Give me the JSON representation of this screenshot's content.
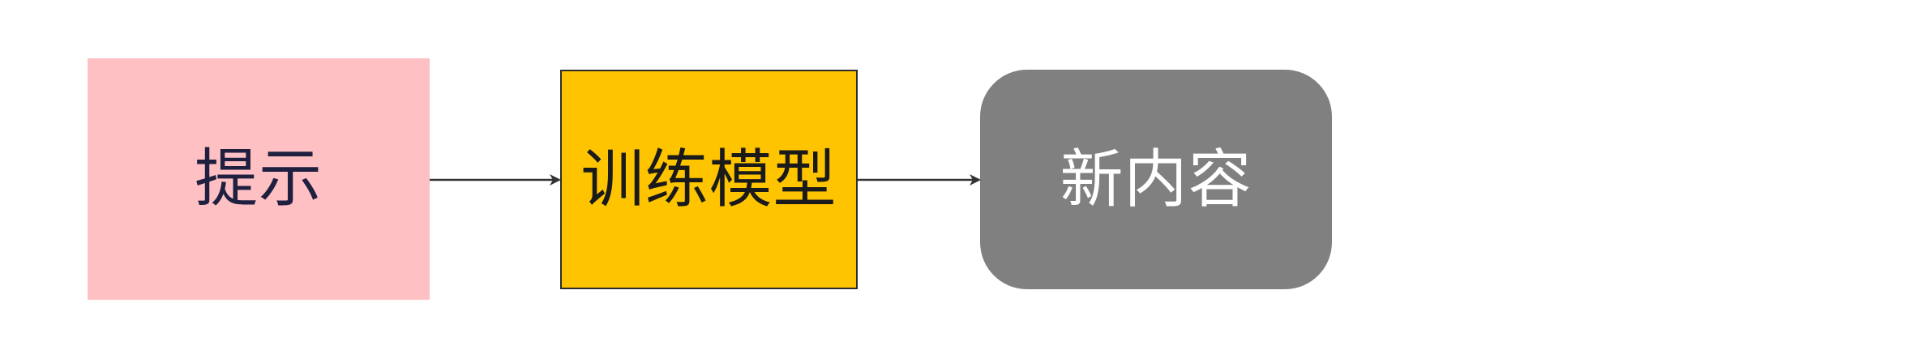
{
  "nodes": {
    "prompt": {
      "label": "提示",
      "color": "#ffc0c3"
    },
    "model": {
      "label": "训练模型",
      "color": "#ffc400"
    },
    "output": {
      "label": "新内容",
      "color": "#808080"
    }
  },
  "edges": [
    {
      "from": "prompt",
      "to": "model"
    },
    {
      "from": "model",
      "to": "output"
    }
  ]
}
